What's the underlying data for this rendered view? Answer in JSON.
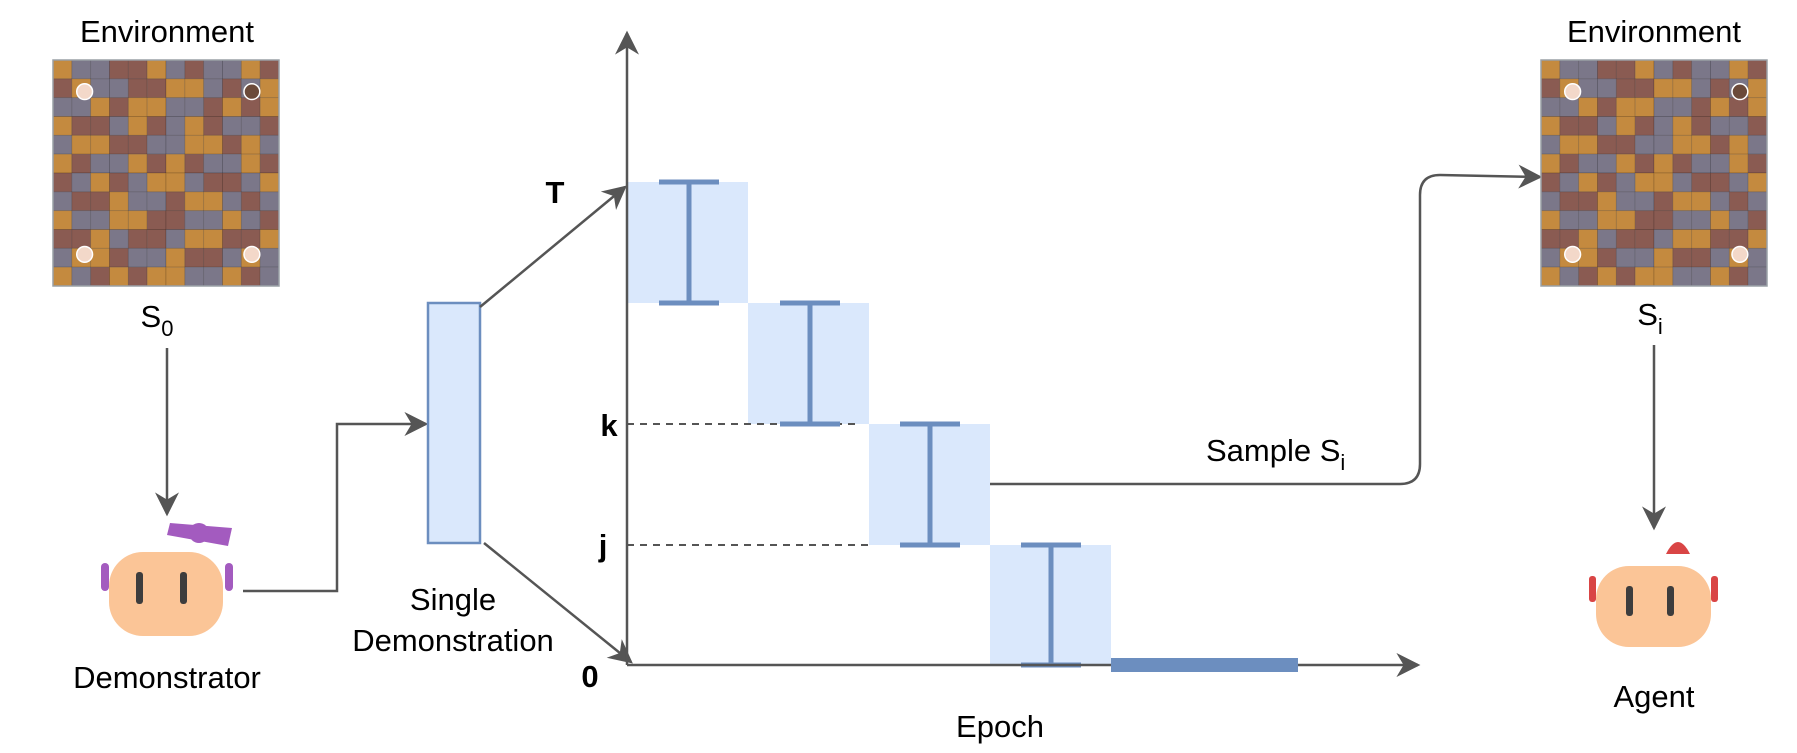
{
  "left_env": {
    "title": "Environment",
    "state_symbol": "S",
    "state_sub": "0",
    "grid": [
      "OGGPPOGPGGOP",
      "POGGPPOOGPGO",
      "GGOPOOGGPOPO",
      "OPPGOPGOPGGP",
      "GOOPPGGOOPOG",
      "OPGGOPOPGGOP",
      "PGOPGOOGPPGO",
      "GPPOGGPOOGPG",
      "OGGOOPPGGOGP",
      "PPOGPPGOOPPO",
      "GOOPGGOPPGOG",
      "OGPOPOOGGOPG"
    ],
    "tile_colors": {
      "O": "#c48a3f",
      "G": "#7b7789",
      "P": "#8a5b52"
    }
  },
  "right_env": {
    "title": "Environment",
    "state_symbol": "S",
    "state_sub": "i"
  },
  "demonstrator": {
    "label": "Demonstrator",
    "face_color": "#fbc597",
    "accent_color": "#a35bbf"
  },
  "agent": {
    "label": "Agent",
    "face_color": "#fbc597",
    "accent_color": "#d94545"
  },
  "demo_bar": {
    "label_line1": "Single",
    "label_line2": "Demonstration"
  },
  "chart": {
    "x_label": "Epoch",
    "y_ticks": {
      "top": "T",
      "k": "k",
      "j": "j",
      "zero": "0"
    },
    "sample_label": "Sample S",
    "sample_sub": "i",
    "box_fill": "#dae8fc",
    "stroke_color": "#6c8ebf"
  }
}
